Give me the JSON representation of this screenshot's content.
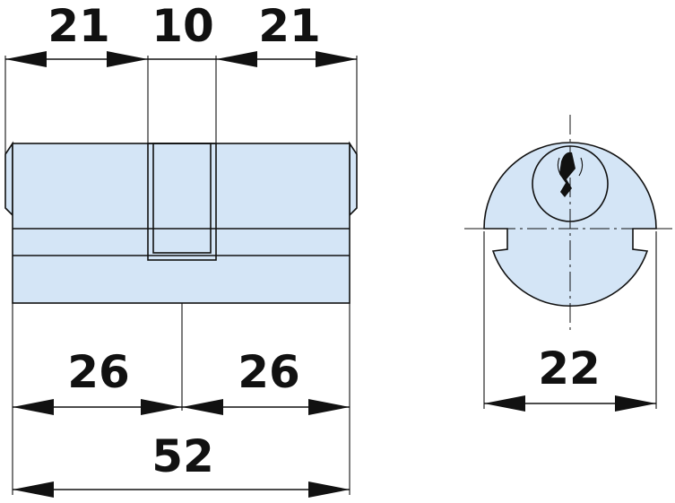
{
  "dimensions": {
    "top_left": "21",
    "top_middle": "10",
    "top_right": "21",
    "bottom_left": "26",
    "bottom_right": "26",
    "overall": "52",
    "profile_width": "22"
  },
  "colors": {
    "body_fill": "#d4e5f6",
    "line": "#111111",
    "background": "#ffffff"
  }
}
